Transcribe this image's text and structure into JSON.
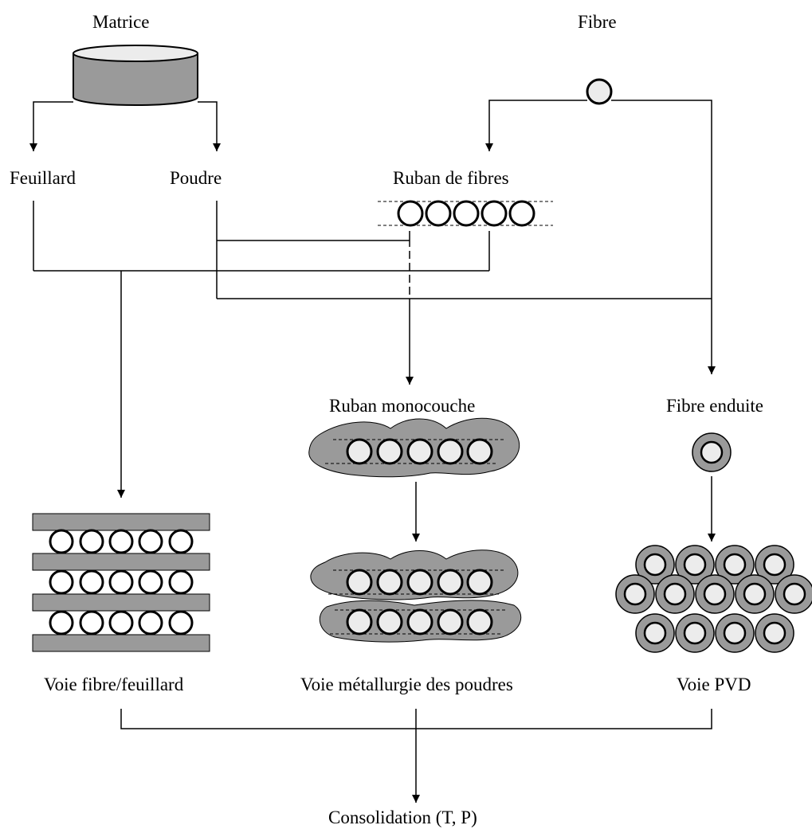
{
  "labels": {
    "matrice": "Matrice",
    "fibre": "Fibre",
    "feuillard": "Feuillard",
    "poudre": "Poudre",
    "ruban_fibres": "Ruban de fibres",
    "ruban_monocouche": "Ruban monocouche",
    "fibre_enduite": "Fibre enduite",
    "voie_feuillard": "Voie fibre/feuillard",
    "voie_poudres": "Voie métallurgie des poudres",
    "voie_pvd": "Voie PVD",
    "consolidation": "Consolidation (T, P)"
  },
  "colors": {
    "line": "#000000",
    "gray": "#9a9a9a",
    "fiber_fill": "#ececec",
    "background": "#ffffff"
  }
}
